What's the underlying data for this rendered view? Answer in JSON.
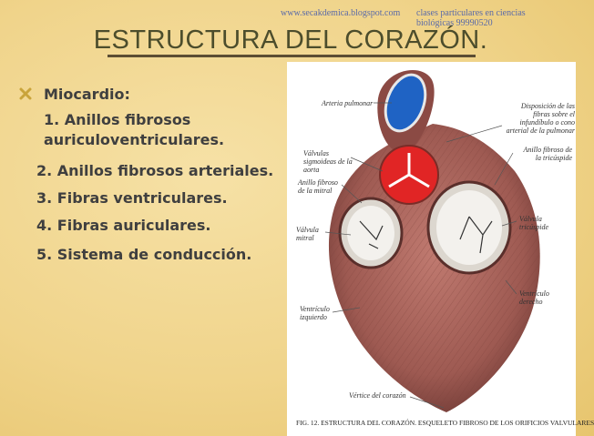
{
  "header": {
    "site": "www.secakdemica.blogspot.com",
    "classes_note": "clases particulares en ciencias biológicas 99990520"
  },
  "title": "ESTRUCTURA DEL CORAZÓN.",
  "bullets": {
    "heading": "Miocardio:",
    "item1_line1": "1. Anillos fibrosos",
    "item1_line2": "auriculoventriculares.",
    "item2": "2. Anillos fibrosos arteriales.",
    "item3": "3. Fibras ventriculares.",
    "item4": "4. Fibras auriculares.",
    "item5": "5. Sistema de conducción."
  },
  "figure": {
    "labels": {
      "arteria_pulmonar": "Arteria pulmonar",
      "disposicion": "Disposición de las fibras sobre el infundíbulo o cono arterial de la pulmonar",
      "anillo_tricuspide": "Anillo fibroso de la tricúspide",
      "valvulas_aorta": "Válvulas sigmoideas de la aorta",
      "anillo_mitral": "Anillo fibroso de la mitral",
      "valvula_mitral": "Válvula mitral",
      "valvula_tricuspide": "Válvula tricúspide",
      "ventriculo_derecho": "Ventrículo derecho",
      "ventriculo_izquierdo": "Ventrículo izquierdo",
      "vertice": "Vértice del corazón"
    },
    "caption": "FIG. 12. ESTRUCTURA DEL CORAZÓN. ESQUELETO FIBROSO DE LOS ORIFICIOS VALVULARES"
  },
  "colors": {
    "background": "#f1d68f",
    "title": "#4c4d2c",
    "bullet_marker": "#c9a43a",
    "muscle": "#9e5a52",
    "pulmonary": "#1f63c4",
    "aorta": "#e12525"
  }
}
